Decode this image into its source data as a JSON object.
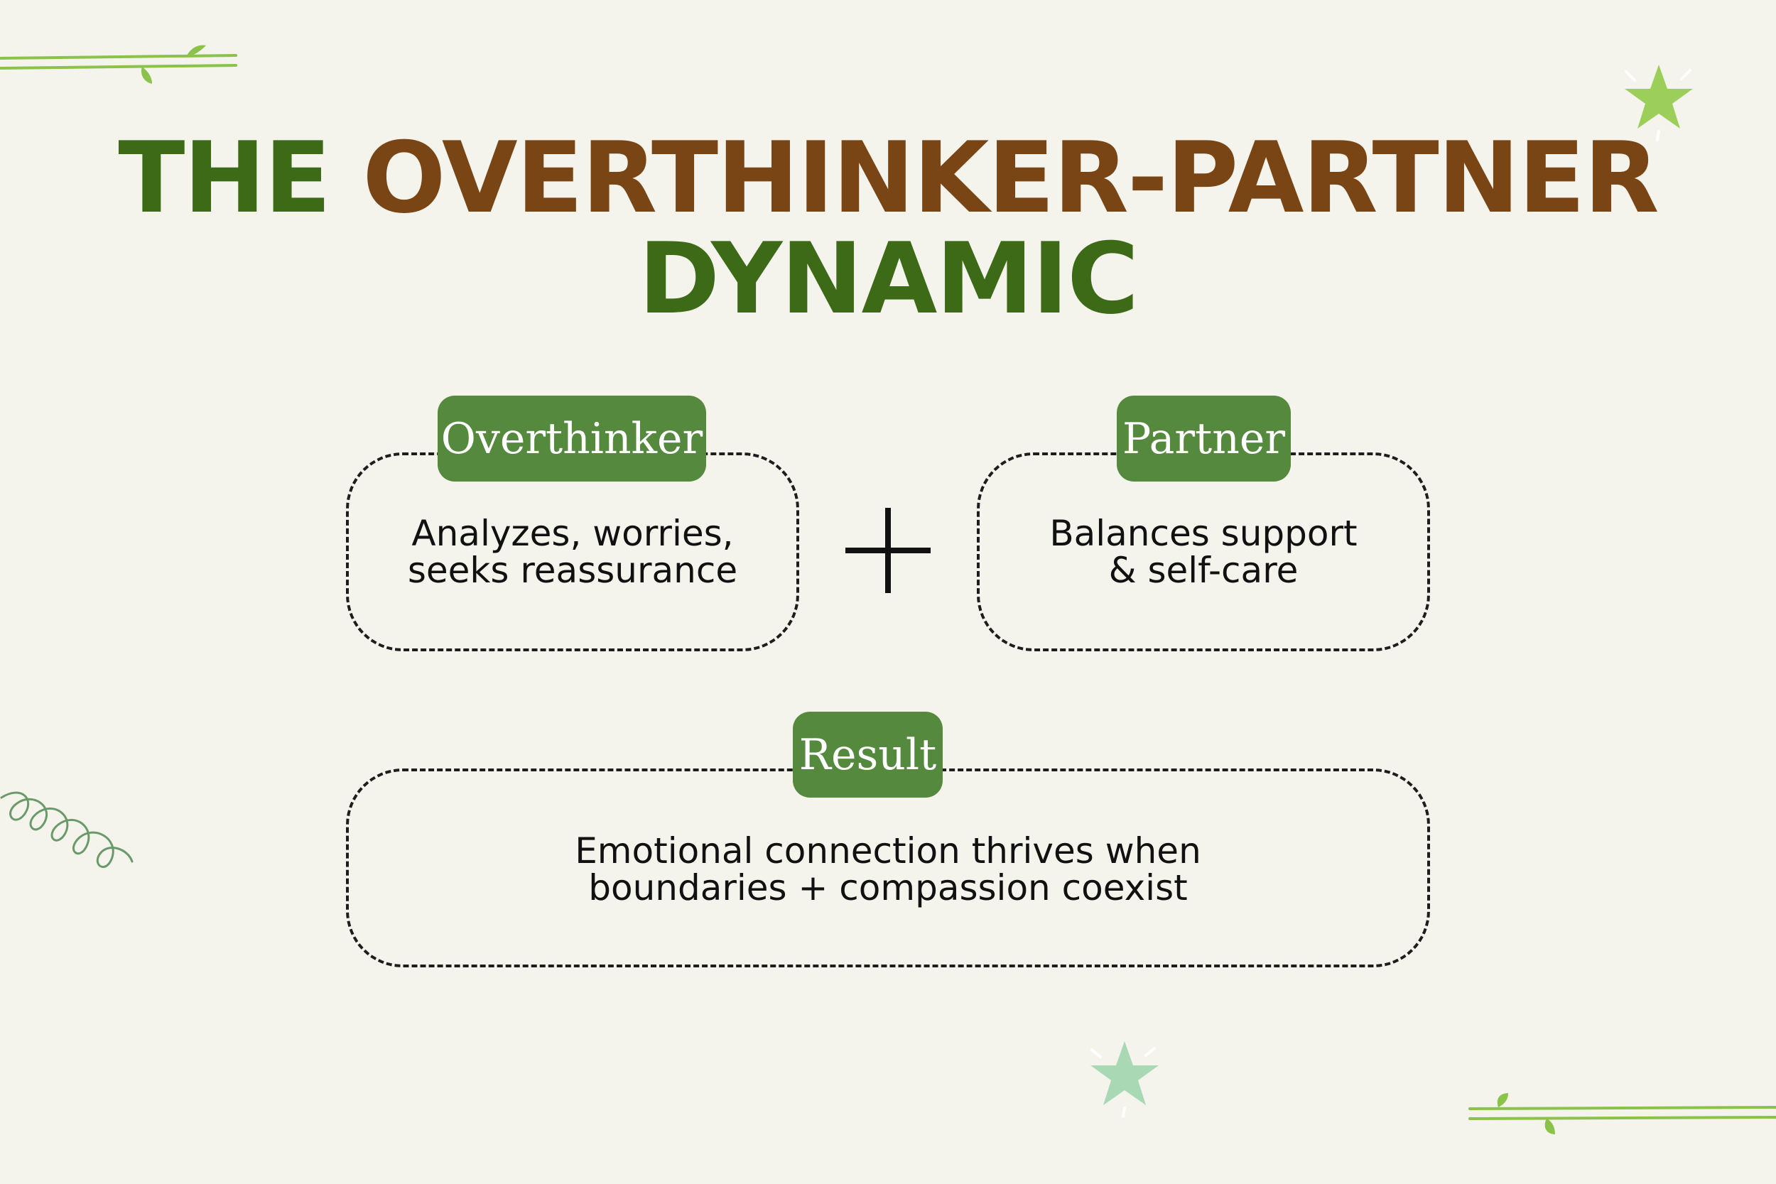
{
  "title": {
    "word_the": "THE",
    "word_rest_line1": "OVERTHINKER-PARTNER",
    "line2": "DYNAMIC"
  },
  "colors": {
    "background": "#f5f4ec",
    "title_green": "#3c6a17",
    "title_brown": "#7a4514",
    "tag_green": "#558a3e",
    "accent_light_green": "#8bc34a",
    "star_green": "#9ccf5a",
    "star_pale_green": "#a9d8b4"
  },
  "overthinker": {
    "tag": "Overthinker",
    "line1": "Analyzes, worries,",
    "line2": "seeks reassurance"
  },
  "partner": {
    "tag": "Partner",
    "line1": "Balances support",
    "line2": "& self-care"
  },
  "result": {
    "tag": "Result",
    "line1": "Emotional connection thrives when",
    "line2": "boundaries + compassion coexist"
  },
  "icons": {
    "plus": "plus-icon",
    "star": "star-icon",
    "branch": "branch-icon",
    "spiral": "spiral-icon"
  }
}
